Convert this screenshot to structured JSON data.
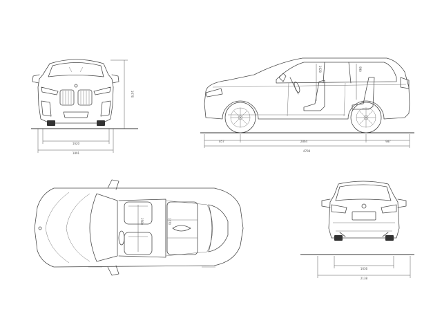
{
  "dimensions": {
    "height": "1676",
    "front_track": "1620",
    "width": "1891",
    "front_overhang": "857",
    "wheelbase": "2864",
    "rear_overhang": "987",
    "length": "4708",
    "front_headroom": "1020",
    "rear_headroom": "990",
    "front_shoulder": "1500",
    "rear_shoulder": "1470",
    "rear_track": "1636",
    "width_with_mirrors": "2138"
  }
}
